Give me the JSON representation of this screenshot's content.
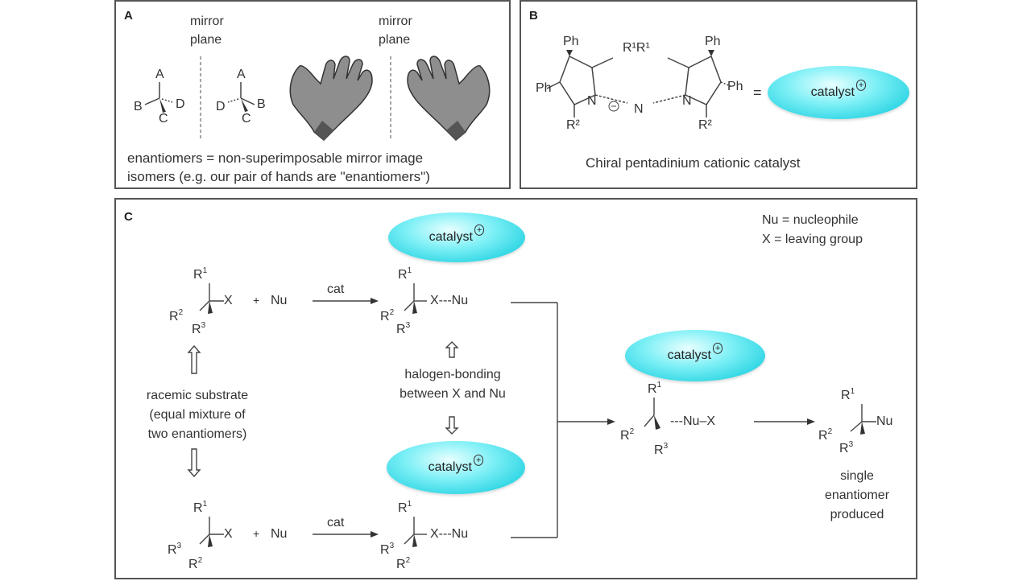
{
  "panelA": {
    "label": "A",
    "mirror_left": [
      "mirror",
      "plane"
    ],
    "mirror_right": [
      "mirror",
      "plane"
    ],
    "mol1": {
      "a": "A",
      "b": "B",
      "c": "C",
      "d": "D"
    },
    "mol2": {
      "a": "A",
      "b": "B",
      "c": "C",
      "d": "D"
    },
    "caption": [
      "enantiomers = non-superimposable mirror image",
      "isomers (e.g. our pair of hands are \"enantiomers\")"
    ]
  },
  "panelB": {
    "label": "B",
    "ph": "Ph",
    "r1r1": "R¹R¹",
    "n": "N",
    "r2": "R²",
    "eq": "=",
    "catalyst": "catalyst",
    "caption": "Chiral pentadinium cationic catalyst"
  },
  "panelC": {
    "label": "C",
    "legend": [
      "Nu = nucleophile",
      "X   = leaving group"
    ],
    "catalyst": "catalyst",
    "cat": "cat",
    "plus": "+",
    "nu": "Nu",
    "x": "X",
    "halogen": [
      "halogen-bonding",
      "between X and Nu"
    ],
    "racemic": [
      "racemic substrate",
      "(equal mixture of",
      "two enantiomers)"
    ],
    "single": [
      "single",
      "enantiomer",
      "produced"
    ],
    "nu_x": "---Nu–X",
    "x_nu": "X---Nu"
  },
  "colors": {
    "catalyst_fill": "#33d6e6",
    "border": "#555555",
    "text": "#333333"
  }
}
